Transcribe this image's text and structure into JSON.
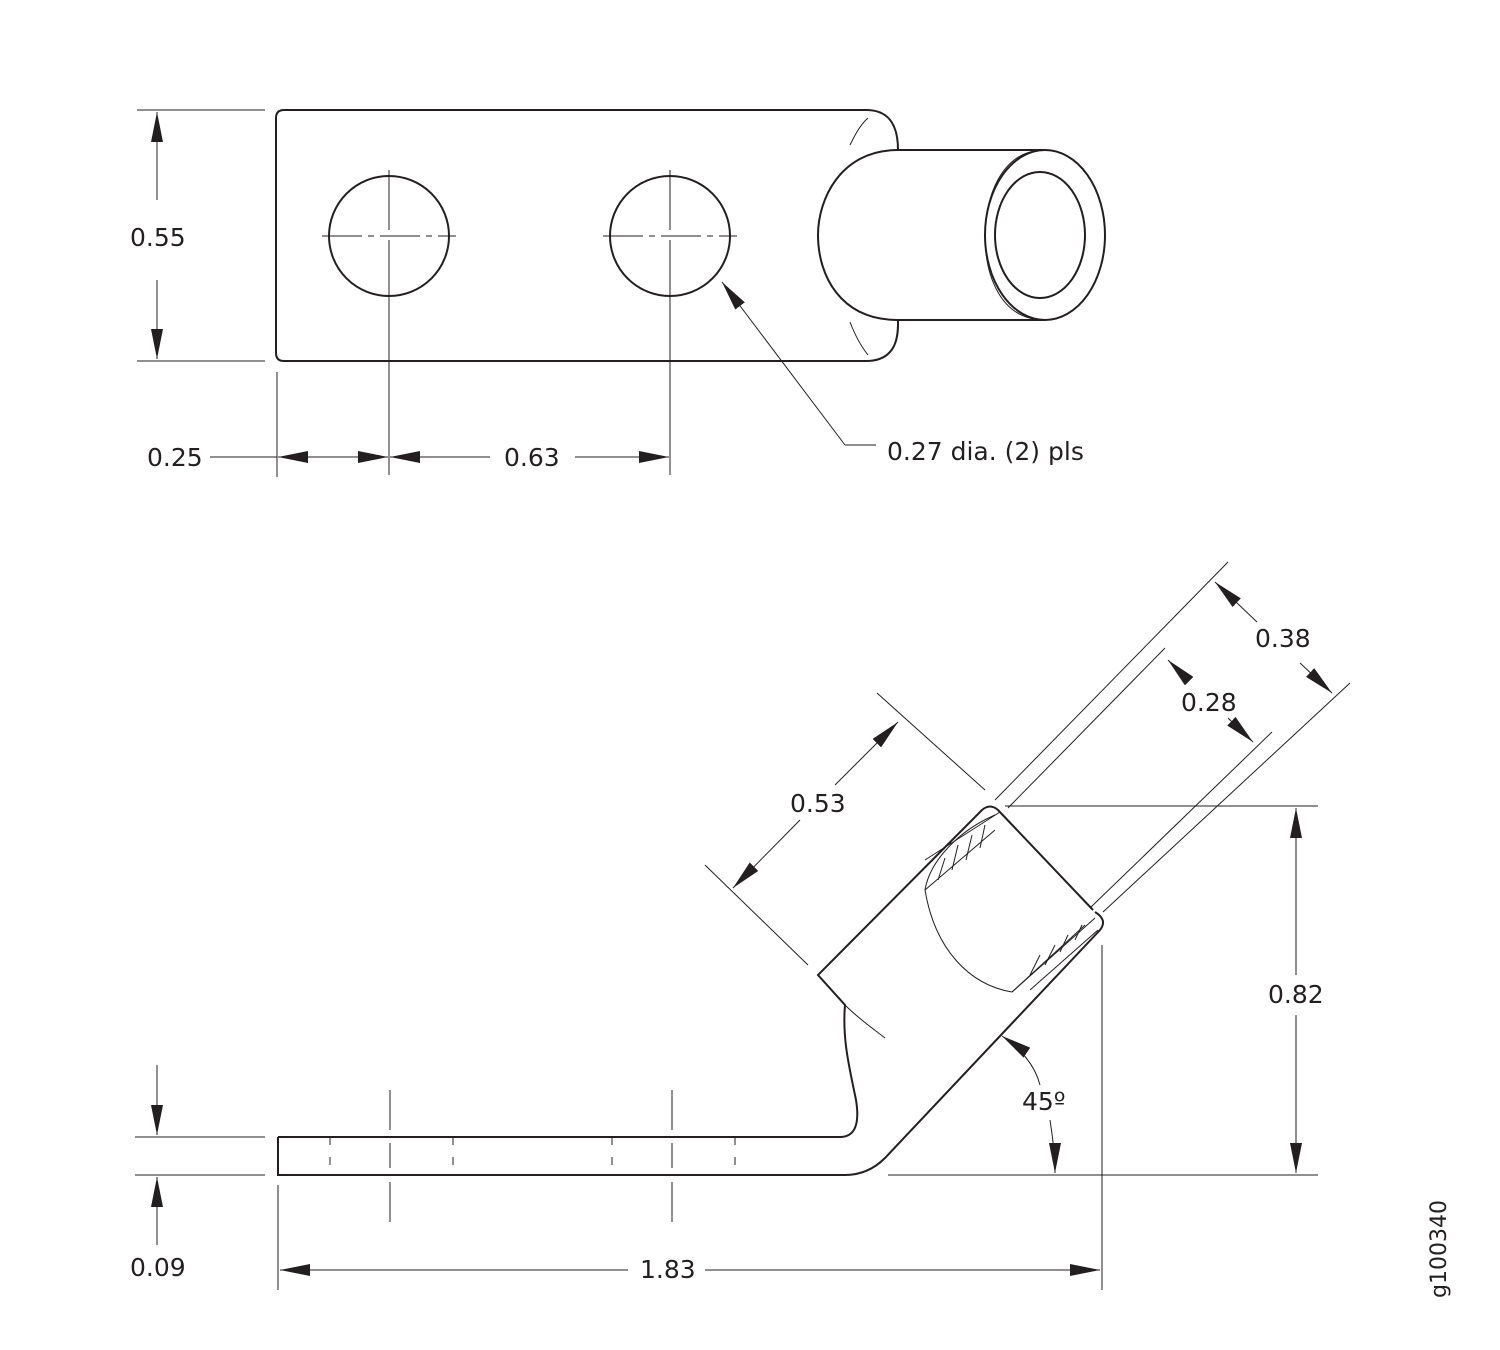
{
  "top_view": {
    "dim_height": "0.55",
    "dim_edge_to_hole": "0.25",
    "dim_hole_spacing": "0.63",
    "hole_callout": "0.27 dia. (2) pls"
  },
  "side_view": {
    "dim_thickness": "0.09",
    "dim_overall_length": "1.83",
    "dim_barrel_length": "0.53",
    "dim_outer_diameter": "0.38",
    "dim_inner_diameter": "0.28",
    "dim_height": "0.82",
    "dim_angle": "45º"
  },
  "figure_id": "g100340",
  "colors": {
    "line": "#231f20",
    "background": "#ffffff"
  }
}
